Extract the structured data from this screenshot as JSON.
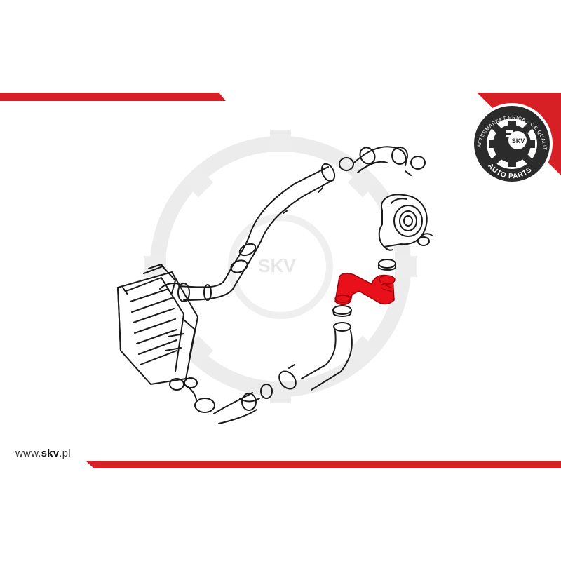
{
  "branding": {
    "logo_ring_text": "AFTERMARKET PRICE · OE QUALITY ·",
    "logo_bottom_text": "AUTO PARTS",
    "logo_center_text": "SKV",
    "watermark_text": "SKV",
    "url": {
      "prefix": "www.",
      "brand": "skv",
      "suffix": ".pl"
    }
  },
  "colors": {
    "accent": "#d71f26",
    "highlight_part": "#e8101a",
    "logo_dark": "#2b2b2b",
    "line_art": "#1a1a1a",
    "watermark": "#e9e9e9"
  },
  "highlighted_part": "red-boost-hose"
}
